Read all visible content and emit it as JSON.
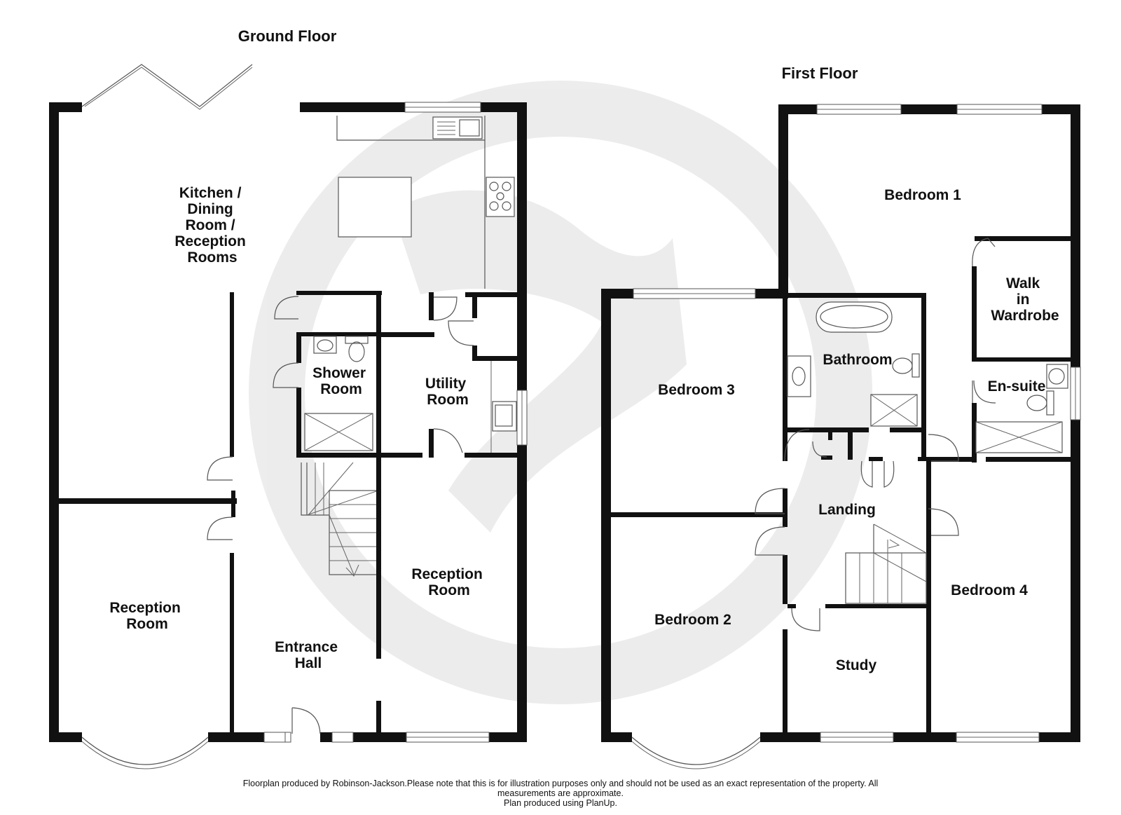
{
  "floors": {
    "ground": {
      "title": "Ground Floor",
      "rooms": {
        "kitchen": [
          "Kitchen /",
          "Dining",
          "Room /",
          "Reception",
          "Rooms"
        ],
        "shower": [
          "Shower",
          "Room"
        ],
        "utility": [
          "Utility",
          "Room"
        ],
        "reception_right": [
          "Reception",
          "Room"
        ],
        "reception_left": [
          "Reception",
          "Room"
        ],
        "hall": [
          "Entrance",
          "Hall"
        ]
      }
    },
    "first": {
      "title": "First Floor",
      "rooms": {
        "bedroom1": [
          "Bedroom 1"
        ],
        "walkin": [
          "Walk",
          "in",
          "Wardrobe"
        ],
        "bathroom": [
          "Bathroom"
        ],
        "ensuite": [
          "En-suite"
        ],
        "bedroom3": [
          "Bedroom 3"
        ],
        "landing": [
          "Landing"
        ],
        "bedroom2": [
          "Bedroom 2"
        ],
        "bedroom4": [
          "Bedroom 4"
        ],
        "study": [
          "Study"
        ]
      }
    }
  },
  "footer": {
    "line1": "Floorplan produced by Robinson-Jackson.Please note that this is for illustration purposes only and should not be used as an exact representation of the property. All",
    "line2": "measurements are approximate.",
    "line3": "Plan produced using PlanUp."
  }
}
